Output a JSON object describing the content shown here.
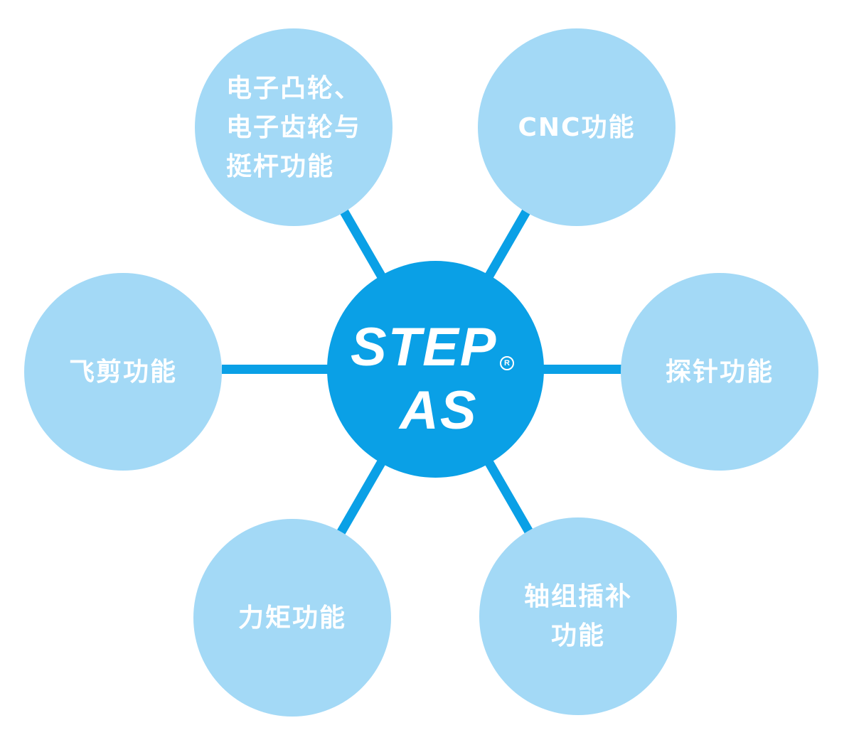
{
  "center": {
    "line1": "STEP",
    "line2": "AS",
    "registered_mark": "R"
  },
  "features": {
    "cam_gear": "电子凸轮、\n电子齿轮与\n挺杆功能",
    "cnc": "CNC功能",
    "flying_shear": "飞剪功能",
    "probe": "探针功能",
    "torque": "力矩功能",
    "axis_group": "轴组插补\n功能"
  },
  "colors": {
    "center_fill": "#0aa0e6",
    "node_fill": "#a3d9f6",
    "connector": "#0aa0e6",
    "text": "#ffffff"
  }
}
